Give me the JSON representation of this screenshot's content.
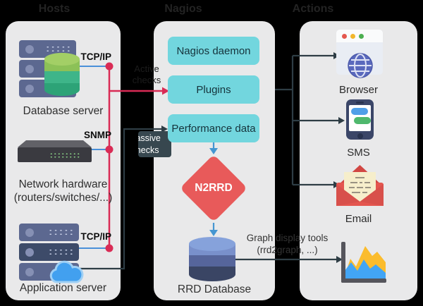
{
  "headers": {
    "left": "Hosts",
    "middle": "Nagios",
    "right": "Actions"
  },
  "panels": {
    "left": {
      "items": [
        {
          "name": "Database server",
          "protocol": "TCP/IP"
        },
        {
          "name": "Network hardware",
          "name2": "(routers/switches/...)",
          "protocol": "SNMP"
        },
        {
          "name": "Application server",
          "protocol": "TCP/IP"
        }
      ]
    },
    "middle": {
      "boxes": [
        "Nagios daemon",
        "Plugins",
        "Performance data"
      ],
      "diamond": "N2RRD",
      "database_label": "RRD Database"
    },
    "right": {
      "items": [
        "Browser",
        "SMS",
        "Email"
      ]
    }
  },
  "edge_labels": {
    "active_checks": [
      "Active",
      "checks"
    ],
    "passive_checks": [
      "Passive",
      "checks"
    ],
    "graph_tools": [
      "Graph display tools",
      "(rrd2graph, ...)"
    ]
  },
  "colors": {
    "panel_bg": "#e9e9ea",
    "accent_crimson": "#d92b55",
    "accent_slate": "#2e3d45",
    "box_cyan": "#72d6de",
    "diamond_red": "#e85a5a",
    "arrow_blue": "#4596d1",
    "stub_blue": "#4a90d9"
  }
}
